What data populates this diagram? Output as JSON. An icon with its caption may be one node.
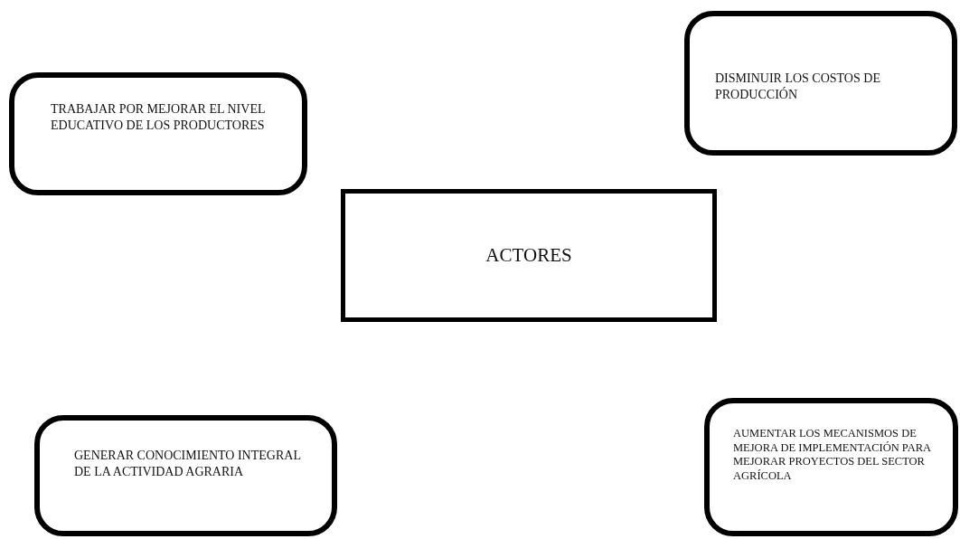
{
  "diagram": {
    "nodes": [
      {
        "text": [
          "TRABAJAR POR MEJORAR EL NIVEL EDUCATIVO DE LOS PRODUCTORES"
        ]
      },
      {
        "text": [
          "DISMINUIR LOS COSTOS DE PRODUCCIÓN"
        ]
      },
      {
        "text": [
          "ACTORES"
        ]
      },
      {
        "text": [
          "GENERAR CONOCIMIENTO INTEGRAL DE LA ACTIVIDAD AGRARIA"
        ]
      },
      {
        "text": [
          "AUMENTAR LOS MECANISMOS DE MEJORA DE IMPLEMENTACIÓN PARA MEJORAR PROYECTOS DEL SECTOR AGRÍCOLA"
        ]
      }
    ]
  }
}
